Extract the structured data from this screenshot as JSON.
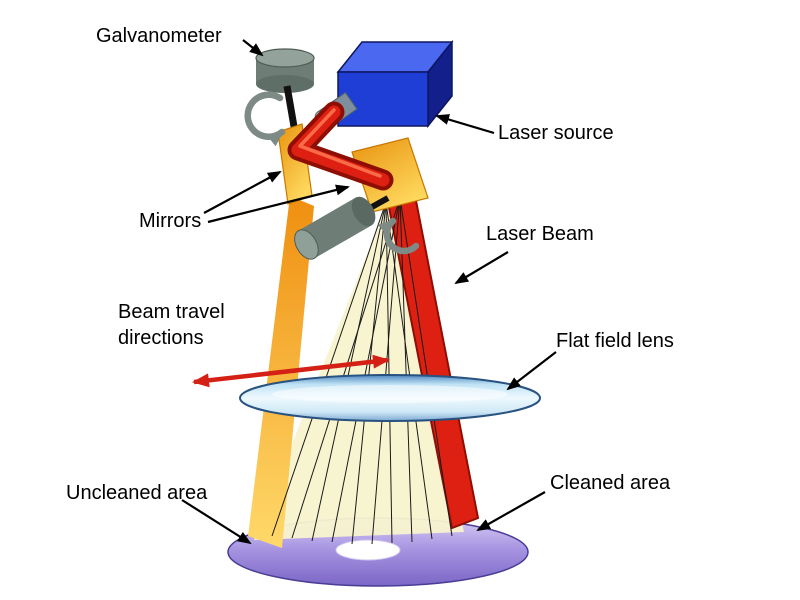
{
  "labels": {
    "galvanometer": "Galvanometer",
    "laser_source": "Laser source",
    "mirrors": "Mirrors",
    "laser_beam": "Laser Beam",
    "beam_travel_line1": "Beam travel",
    "beam_travel_line2": "directions",
    "flat_field_lens": "Flat field lens",
    "uncleaned_area": "Uncleaned area",
    "cleaned_area": "Cleaned area"
  },
  "colors": {
    "laser_red": "#dd2012",
    "beam_fan_yellow": "#f8f3cd",
    "beam_edge_orange": "#f2a21f",
    "laser_source_blue": "#1e3ed6",
    "lens_blue": "#bfe2f4",
    "disc_purple": "#a795e2",
    "galvo_gray": "#6e7e76",
    "travel_arrow_red": "#d42015",
    "annotation_black": "#000000"
  }
}
